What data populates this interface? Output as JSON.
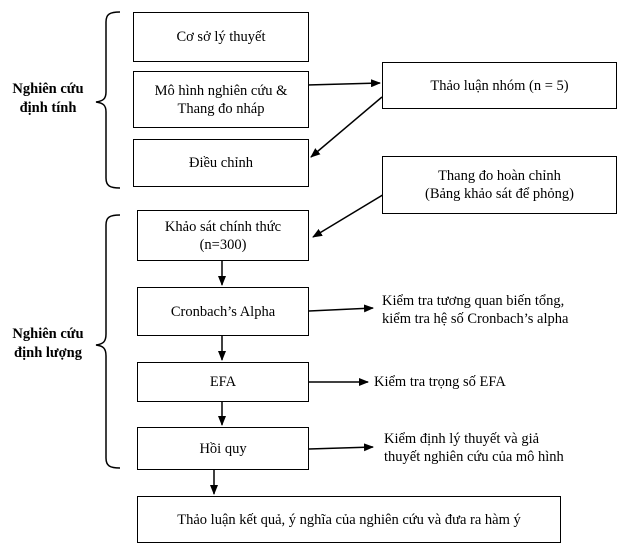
{
  "groups": {
    "qualitative": [
      "Nghiên cứu",
      "định tính"
    ],
    "quantitative": [
      "Nghiên cứu",
      "định lượng"
    ]
  },
  "boxes": {
    "theory": [
      "Cơ sở lý thuyết"
    ],
    "model": [
      "Mô hình nghiên cứu &",
      "Thang đo nháp"
    ],
    "adjust": [
      "Điều chỉnh"
    ],
    "discussion": [
      "Thảo luận nhóm (n = 5)"
    ],
    "final_scale": [
      "Thang đo hoàn chỉnh",
      "(Bảng khảo sát để phỏng)"
    ],
    "survey": [
      "Khảo sát chính thức",
      "(n=300)"
    ],
    "cronbach": [
      "Cronbach’s Alpha"
    ],
    "efa": [
      "EFA"
    ],
    "regression": [
      "Hồi quy"
    ],
    "conclusion": [
      "Thảo luận kết quả, ý nghĩa của nghiên cứu và đưa ra hàm ý"
    ]
  },
  "notes": {
    "cronbach_note": [
      "Kiểm tra tương quan biến tổng,",
      "kiểm tra hệ số Cronbach’s alpha"
    ],
    "efa_note": [
      "Kiểm tra trọng số EFA"
    ],
    "regression_note": [
      "Kiểm định lý thuyết và giả",
      "thuyết nghiên cứu của mô hình"
    ]
  }
}
